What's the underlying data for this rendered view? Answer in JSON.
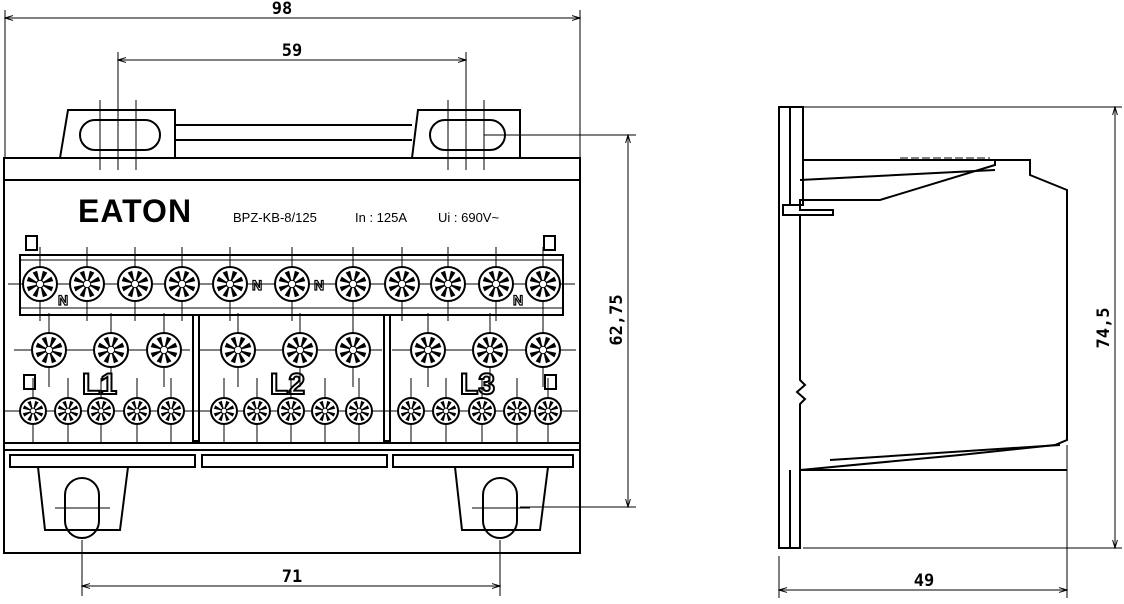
{
  "drawing": {
    "brand": "EATON",
    "product_label": {
      "model": "BPZ-KB-8/125",
      "rated_current": "In : 125A",
      "rated_voltage": "Ui : 690V~"
    },
    "phase_labels": [
      "L1",
      "L2",
      "L3"
    ],
    "neutral_label": "N",
    "dimensions": {
      "overall_width": "98",
      "top_mount_spacing": "59",
      "bottom_mount_spacing": "71",
      "mount_height": "62,75",
      "side_depth": "49",
      "side_height": "74,5"
    }
  }
}
